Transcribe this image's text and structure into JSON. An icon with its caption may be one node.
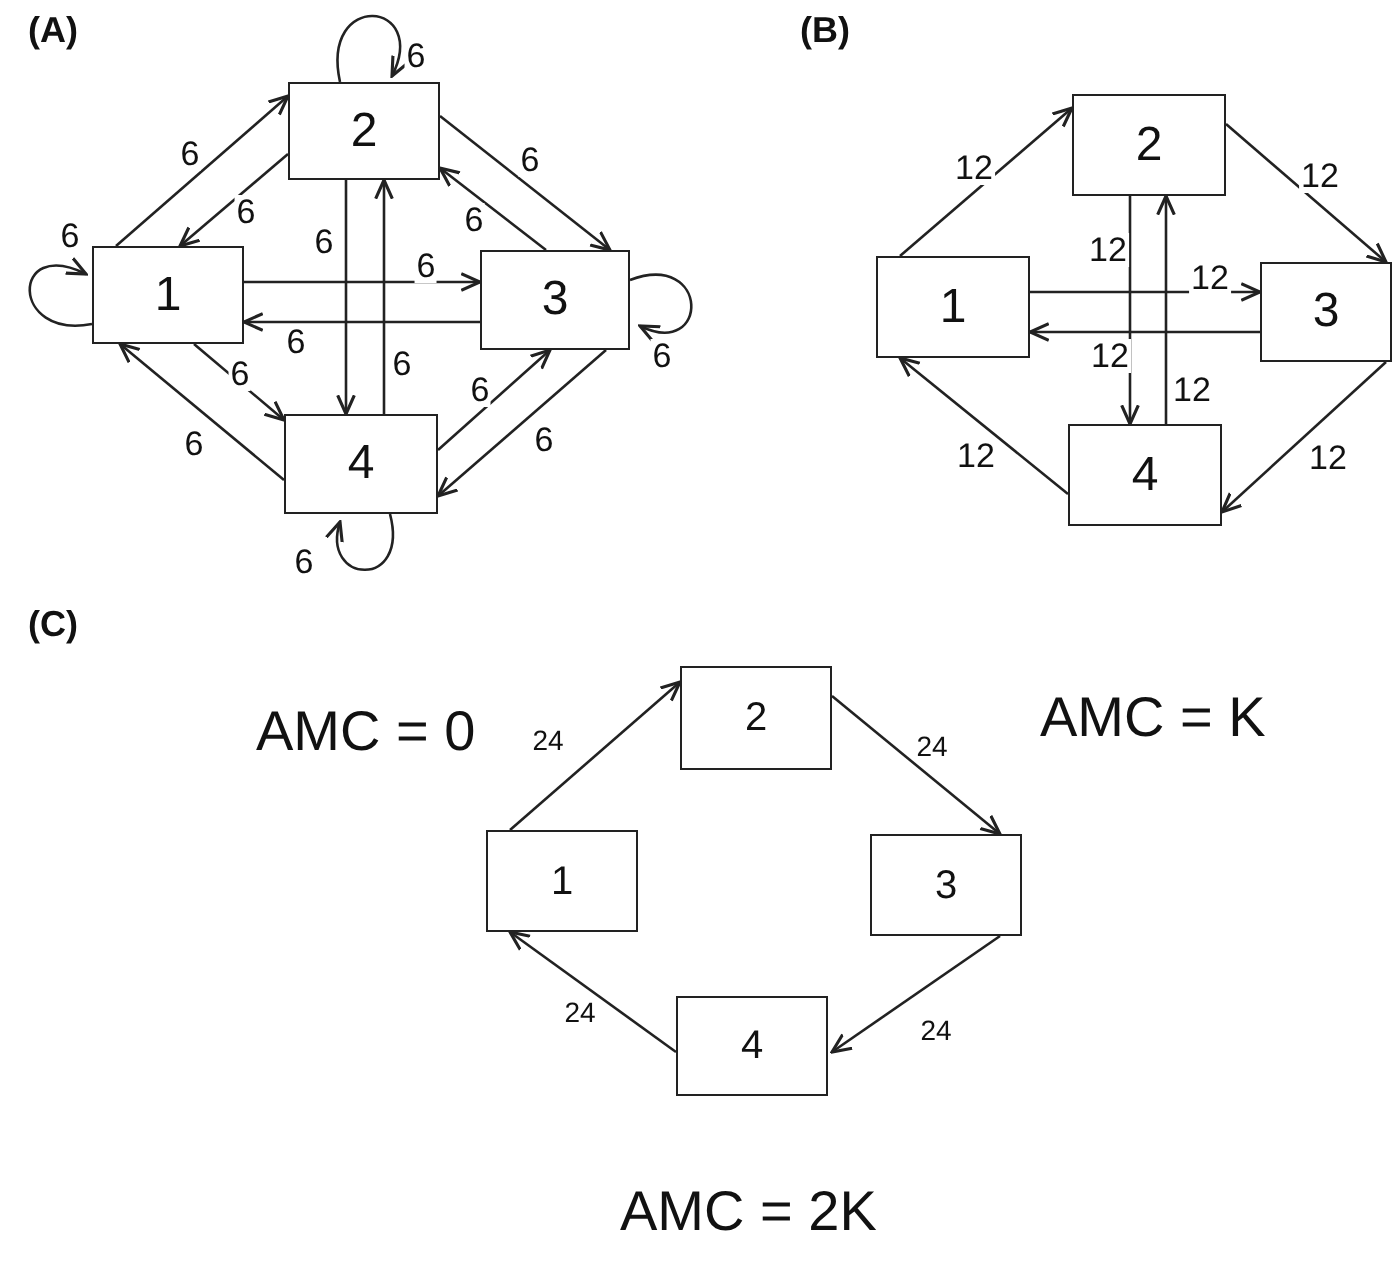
{
  "diagram": {
    "nodes": [
      {
        "text": [
          "1"
        ]
      },
      {
        "text": [
          "2"
        ]
      },
      {
        "text": [
          "3"
        ]
      },
      {
        "text": [
          "4"
        ]
      },
      {
        "text": [
          "1"
        ]
      },
      {
        "text": [
          "2"
        ]
      },
      {
        "text": [
          "3"
        ]
      },
      {
        "text": [
          "4"
        ]
      },
      {
        "text": [
          "1"
        ]
      },
      {
        "text": [
          "2"
        ]
      },
      {
        "text": [
          "3"
        ]
      },
      {
        "text": [
          "4"
        ]
      }
    ],
    "edges": [
      {
        "from": 0,
        "to": 1,
        "arrow": "to",
        "label": "6"
      },
      {
        "from": 1,
        "to": 0,
        "arrow": "to",
        "label": "6"
      },
      {
        "from": 1,
        "to": 2,
        "arrow": "to",
        "label": "6"
      },
      {
        "from": 2,
        "to": 1,
        "arrow": "to",
        "label": "6"
      },
      {
        "from": 0,
        "to": 2,
        "arrow": "to",
        "label": "6"
      },
      {
        "from": 2,
        "to": 0,
        "arrow": "to",
        "label": "6"
      },
      {
        "from": 1,
        "to": 3,
        "arrow": "to",
        "label": "6"
      },
      {
        "from": 3,
        "to": 1,
        "arrow": "to",
        "label": "6"
      },
      {
        "from": 0,
        "to": 3,
        "arrow": "to",
        "label": "6"
      },
      {
        "from": 3,
        "to": 0,
        "arrow": "to",
        "label": "6"
      },
      {
        "from": 3,
        "to": 2,
        "arrow": "to",
        "label": "6"
      },
      {
        "from": 2,
        "to": 3,
        "arrow": "to",
        "label": "6"
      },
      {
        "from": 0,
        "to": 0,
        "arrow": "to",
        "label": "6"
      },
      {
        "from": 1,
        "to": 1,
        "arrow": "to",
        "label": "6"
      },
      {
        "from": 2,
        "to": 2,
        "arrow": "to",
        "label": "6"
      },
      {
        "from": 3,
        "to": 3,
        "arrow": "to",
        "label": "6"
      },
      {
        "from": 4,
        "to": 5,
        "arrow": "to",
        "label": "12"
      },
      {
        "from": 5,
        "to": 6,
        "arrow": "to",
        "label": "12"
      },
      {
        "from": 5,
        "to": 7,
        "arrow": "to",
        "label": "12"
      },
      {
        "from": 7,
        "to": 5,
        "arrow": "to",
        "label": "12"
      },
      {
        "from": 4,
        "to": 6,
        "arrow": "to",
        "label": "12"
      },
      {
        "from": 6,
        "to": 4,
        "arrow": "to",
        "label": "12"
      },
      {
        "from": 6,
        "to": 7,
        "arrow": "to",
        "label": "12"
      },
      {
        "from": 7,
        "to": 4,
        "arrow": "to",
        "label": "12"
      },
      {
        "from": 8,
        "to": 9,
        "arrow": "to",
        "label": "24"
      },
      {
        "from": 9,
        "to": 10,
        "arrow": "to",
        "label": "24"
      },
      {
        "from": 10,
        "to": 11,
        "arrow": "to",
        "label": "24"
      },
      {
        "from": 11,
        "to": 8,
        "arrow": "to",
        "label": "24"
      }
    ],
    "labels": [
      "(A)",
      "(B)",
      "(C)",
      "AMC = 0",
      "AMC = K",
      "AMC = 2K"
    ]
  }
}
